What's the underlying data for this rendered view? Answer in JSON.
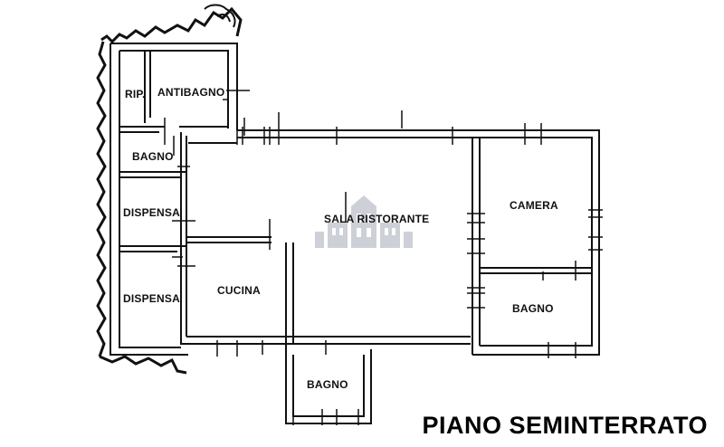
{
  "floor_title": "PIANO SEMINTERRATO",
  "rooms": {
    "rip": "RIP.",
    "antibagno": "ANTIBAGNO",
    "bagno_left": "BAGNO",
    "dispensa_upper": "DISPENSA",
    "dispensa_lower": "DISPENSA",
    "cucina": "CUCINA",
    "sala_ristorante": "SALA RISTORANTE",
    "camera": "CAMERA",
    "bagno_right": "BAGNO",
    "bagno_bottom": "BAGNO"
  },
  "watermark_icon": "building-icon"
}
